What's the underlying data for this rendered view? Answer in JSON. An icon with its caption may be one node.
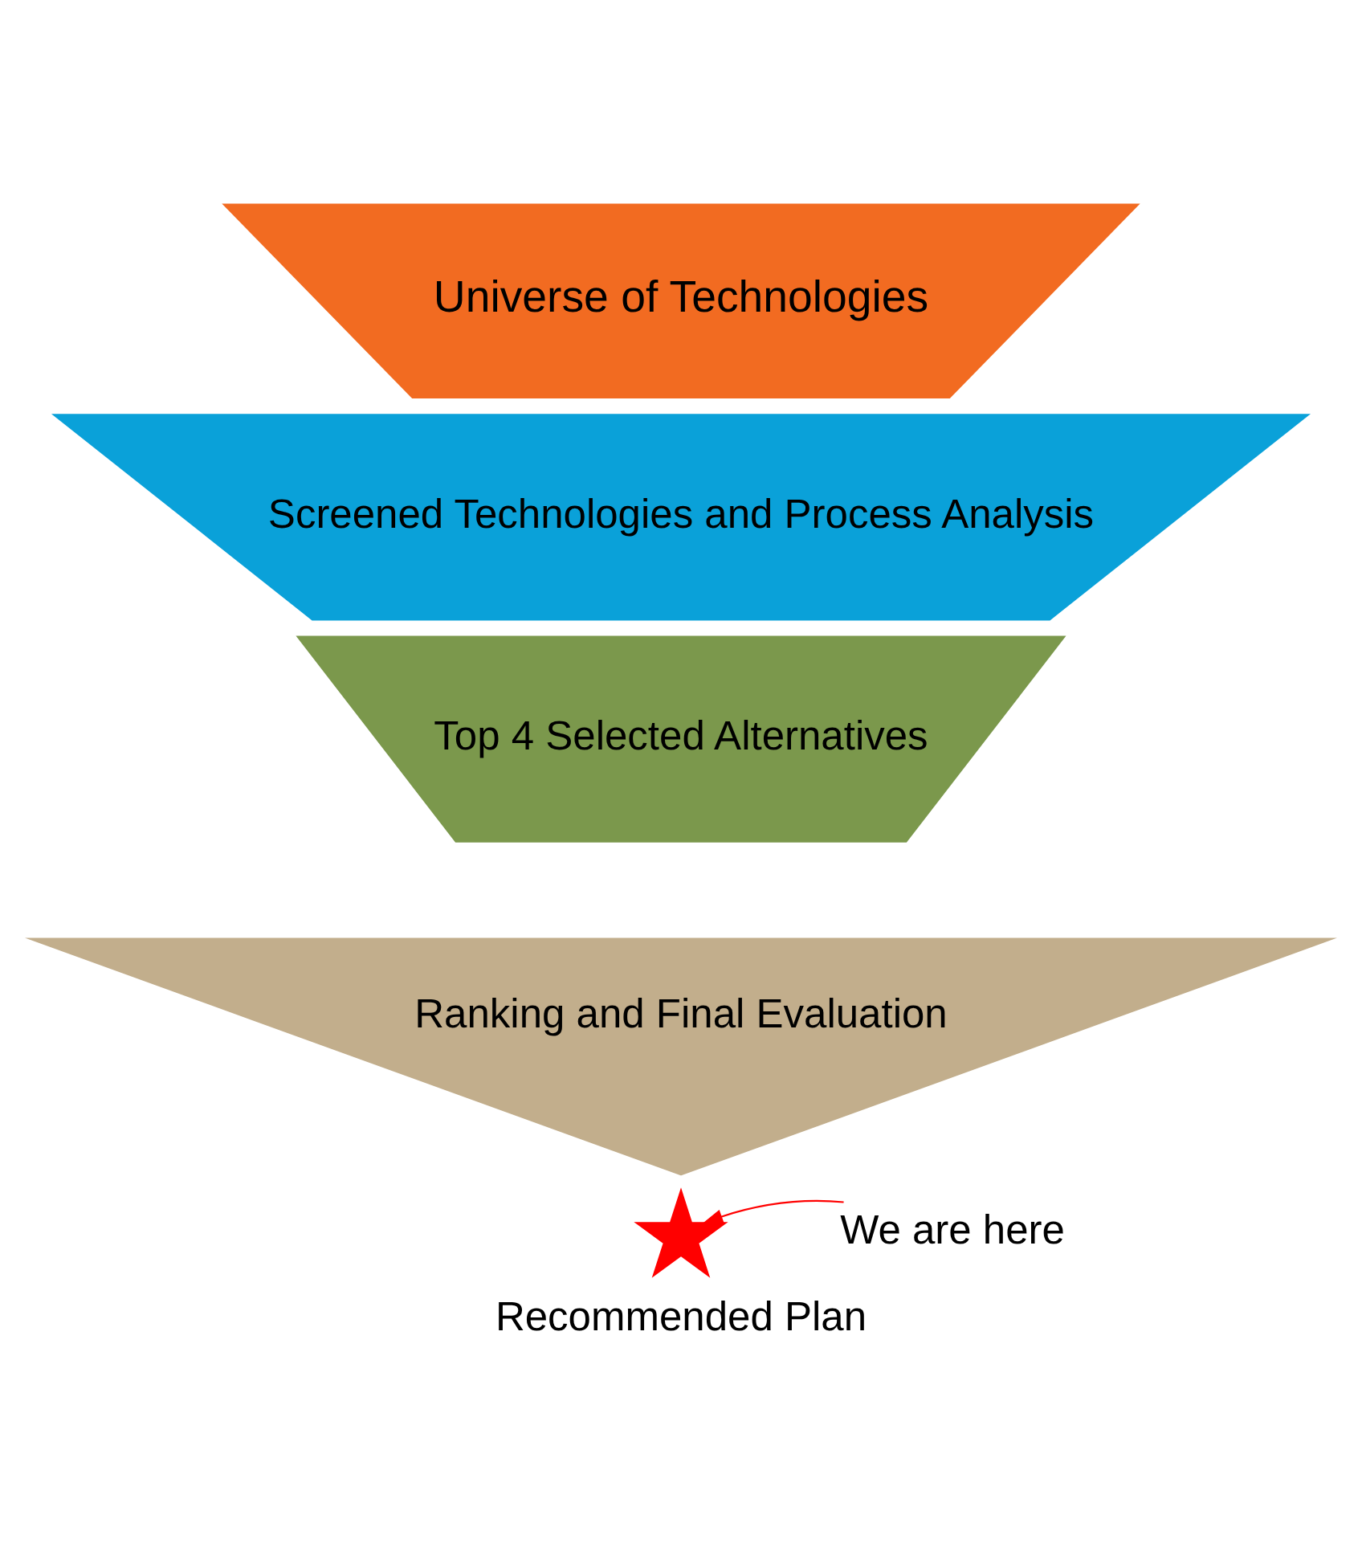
{
  "diagram": {
    "nodes": [
      {
        "text": [
          "Universe of Technologies"
        ]
      },
      {
        "text": [
          "Screened Technologies and Process Analysis"
        ]
      },
      {
        "text": [
          "Top 4 Selected Alternatives"
        ]
      },
      {
        "text": [
          "Ranking and Final Evaluation"
        ]
      },
      {
        "text": [],
        "shape": "star"
      },
      {
        "text": [
          "We are here"
        ]
      }
    ],
    "edges": [
      {
        "from": 5,
        "to": 4,
        "arrow": "to"
      }
    ],
    "labels": [
      "Recommended Plan"
    ]
  }
}
